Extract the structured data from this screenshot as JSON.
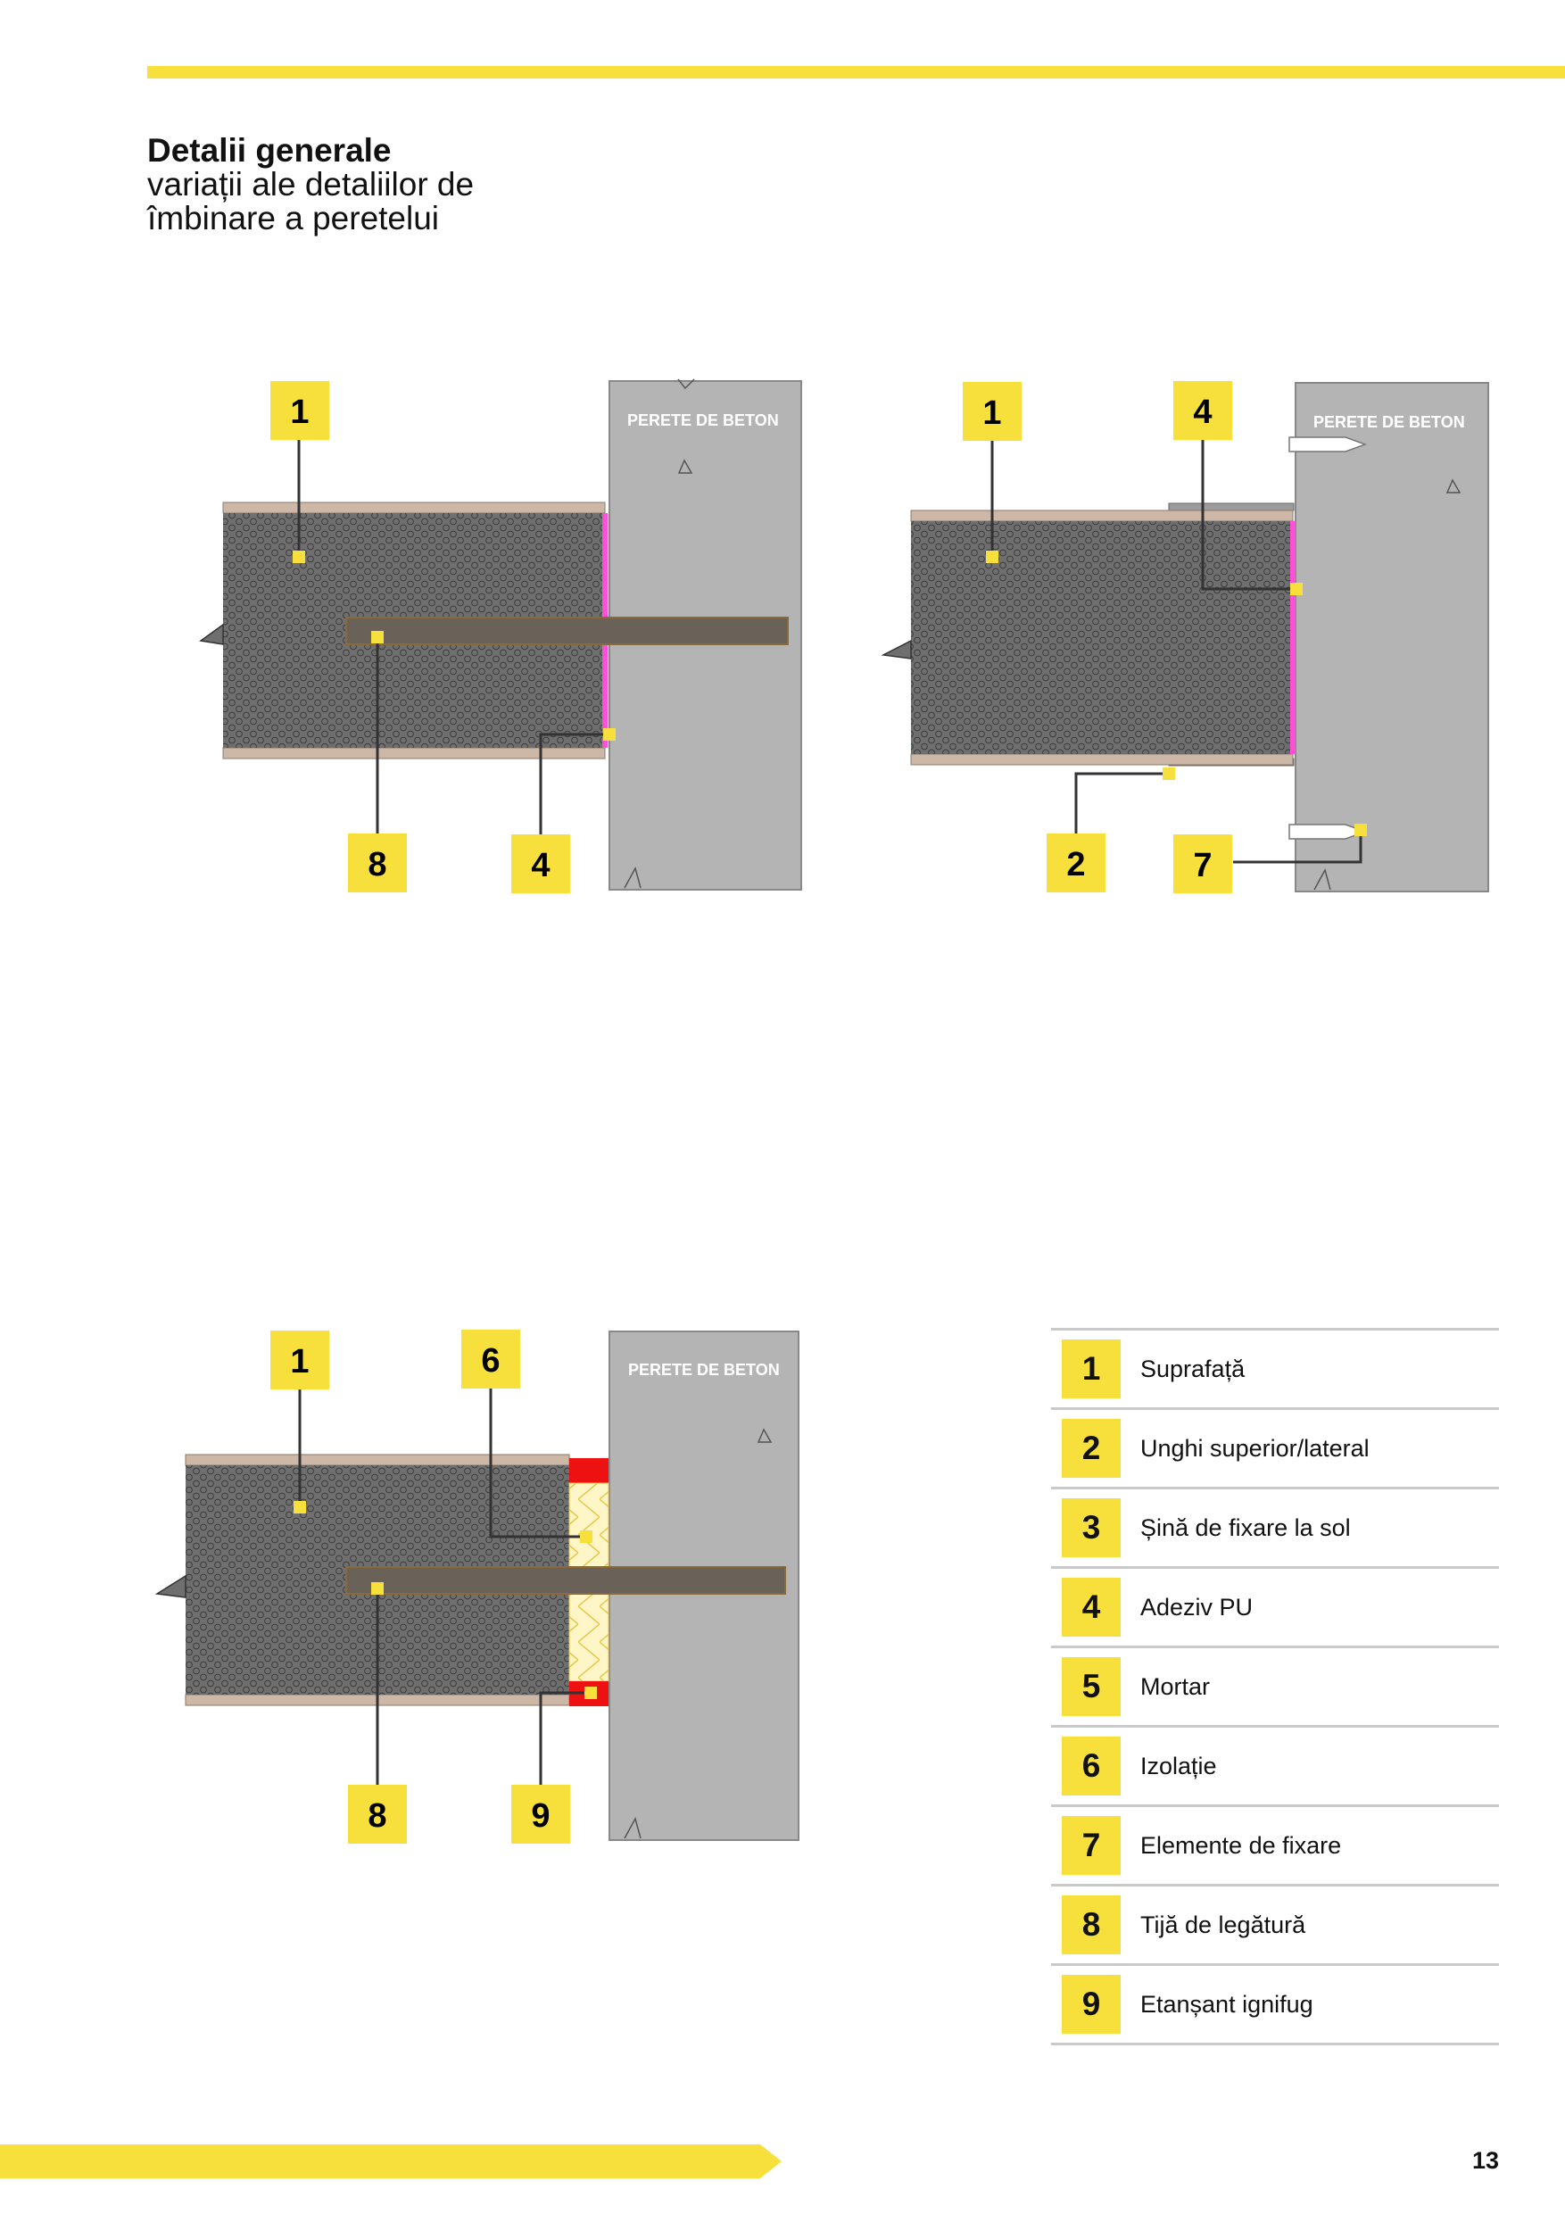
{
  "header": {
    "title_bold": "Detalii generale",
    "subtitle_line1": "variații ale detaliilor de",
    "subtitle_line2": "îmbinare a peretelui"
  },
  "diagrams": {
    "wall_label": "PERETE DE BETON",
    "d1": {
      "callouts": [
        "1",
        "8",
        "4"
      ]
    },
    "d2": {
      "callouts": [
        "1",
        "4",
        "2",
        "7"
      ]
    },
    "d3": {
      "callouts": [
        "1",
        "6",
        "8",
        "9"
      ]
    }
  },
  "legend": [
    {
      "num": "1",
      "label": "Suprafață"
    },
    {
      "num": "2",
      "label": "Unghi superior/lateral"
    },
    {
      "num": "3",
      "label": "Șină de fixare la sol"
    },
    {
      "num": "4",
      "label": "Adeziv PU"
    },
    {
      "num": "5",
      "label": "Mortar"
    },
    {
      "num": "6",
      "label": "Izolație"
    },
    {
      "num": "7",
      "label": "Elemente de fixare"
    },
    {
      "num": "8",
      "label": "Tijă de legătură"
    },
    {
      "num": "9",
      "label": "Etanșant ignifug"
    }
  ],
  "footer": {
    "page_number": "13"
  },
  "colors": {
    "accent": "#f7e03c",
    "concrete": "#b4b4b4",
    "adhesive": "#ff4fd8",
    "fire_sealant": "#ee1111",
    "insulation": "#fff6c8"
  }
}
